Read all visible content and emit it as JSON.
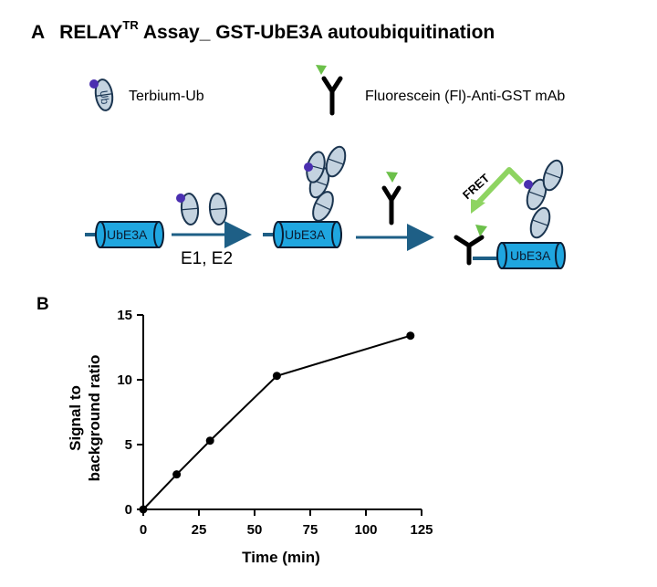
{
  "panel_a": {
    "letter": "A",
    "title_prefix": "RELAY",
    "title_sup": "TR",
    "title_suffix": " Assay_ GST-UbE3A autoubiquitination"
  },
  "legend": {
    "terbium": "Terbium-Ub",
    "antibody": "Fluorescein (Fl)-Anti-GST mAb"
  },
  "scheme": {
    "ub_label": "Ub",
    "enzyme_label": "UbE3A",
    "step1_label": "E1, E2",
    "fret_label": "FRET"
  },
  "colors": {
    "cylinder": "#1fa6e0",
    "arrow": "#1e5f86",
    "ub_fill": "#c4d3e0",
    "ub_stroke": "#1b3550",
    "terbium": "#4a2fb0",
    "fluorescein": "#6cc04a",
    "fret_arrow": "#8ed461"
  },
  "panel_b": {
    "letter": "B"
  },
  "chart_data": {
    "type": "line",
    "x": [
      0,
      15,
      30,
      60,
      120
    ],
    "y": [
      0,
      2.7,
      5.3,
      10.3,
      13.4
    ],
    "xlabel": "Time (min)",
    "ylabel_line1": "Signal to",
    "ylabel_line2": "background ratio",
    "xlim": [
      0,
      125
    ],
    "ylim": [
      0,
      15
    ],
    "xticks": [
      "0",
      "25",
      "50",
      "75",
      "100",
      "125"
    ],
    "yticks": [
      "0",
      "5",
      "10",
      "15"
    ],
    "grid": false
  }
}
